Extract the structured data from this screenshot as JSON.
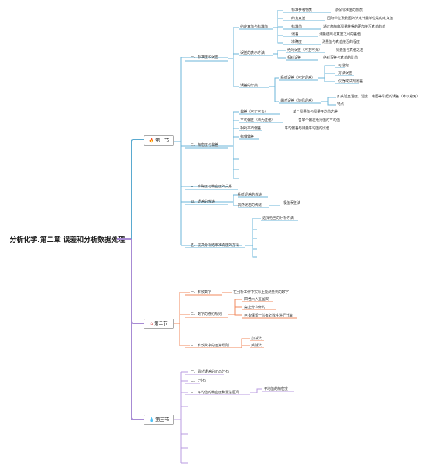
{
  "root": {
    "title": "分析化学.第二章 误差和分析数据处理"
  },
  "colors": {
    "sec1": "#5aaad0",
    "sec2": "#f08a5d",
    "sec3": "#a78bd4",
    "root_line": "#a78bd4"
  },
  "sections": [
    {
      "label": "第一节",
      "icon": "fire-icon",
      "icon_glyph": "🔥",
      "topics": [
        {
          "label": "一、标准度和误差",
          "children": [
            {
              "label": "约定真值与标准值",
              "children": [
                {
                  "label": "标准参考物质",
                  "note": "浓保标准值的物质"
                },
                {
                  "label": "约定真值",
                  "note": "国际单位及我国的法定计量单位是约定真值"
                },
                {
                  "label": "标准值",
                  "note": "通过高精度测量获得的更加接近真值的值"
                },
                {
                  "label": "误差",
                  "note": "测量结果与真值之间的差值"
                },
                {
                  "label": "准确度",
                  "note": "测量值与真值接近的程度"
                }
              ]
            },
            {
              "label": "误差的表示方法",
              "children": [
                {
                  "label": "绝对误差（可正可负）",
                  "note": "测量值与真值之差"
                },
                {
                  "label": "相对误差",
                  "note": "绝对误差与真值的比值"
                }
              ]
            },
            {
              "label": "误差的分类",
              "children": [
                {
                  "label": "系统误差（可定误差）",
                  "children": [
                    {
                      "label": "可避免"
                    },
                    {
                      "label": "方法误差"
                    },
                    {
                      "label": "仪器或试剂误差"
                    }
                  ]
                },
                {
                  "label": "偶然误差（随机误差）",
                  "children": [
                    {
                      "label": "如实验室温度、湿度、电压等引起的误差（难以避免）"
                    },
                    {
                      "label": "特点"
                    }
                  ]
                }
              ]
            }
          ]
        },
        {
          "label": "二、精密度与偏差",
          "children": [
            {
              "label": "偏差（可正可负）",
              "note": "单个测量值与测量平均值之差"
            },
            {
              "label": "平均偏差（均为正值）",
              "note": "各单个偏差绝对值的平均值"
            },
            {
              "label": "相对平均偏差",
              "note": "平均偏差与测量平均值的比值"
            },
            {
              "label": "标准偏差"
            }
          ]
        },
        {
          "label": "三、准确度与精密度的关系"
        },
        {
          "label": "四、误差的传递",
          "children": [
            {
              "label": "系统误差的传递"
            },
            {
              "label": "偶然误差的传递",
              "note": "极值误差法"
            }
          ]
        },
        {
          "label": "五、提高分析结果准确度的方法",
          "children": [
            {
              "label": "选择恰当的分析方法"
            }
          ]
        }
      ]
    },
    {
      "label": "第二节",
      "icon": "home-icon",
      "icon_glyph": "⌂",
      "topics": [
        {
          "label": "一、有效数字",
          "note": "在分析工作中实际上能测量到的数字"
        },
        {
          "label": "二、数字的修约规则",
          "children": [
            {
              "label": "四舍六入五留双"
            },
            {
              "label": "禁止分次修约"
            },
            {
              "label": "可多保留一位有效数字进行计算"
            }
          ]
        },
        {
          "label": "三、有效数字的运算规则",
          "children": [
            {
              "label": "加减法"
            },
            {
              "label": "乘除法"
            }
          ]
        }
      ]
    },
    {
      "label": "第三节",
      "icon": "water-drop-icon",
      "icon_glyph": "💧",
      "topics": [
        {
          "label": "一、偶然误差的正态分布"
        },
        {
          "label": "二、t分布"
        },
        {
          "label": "三、平均值的精密度和置信区间",
          "note": "平均值的精密度"
        }
      ]
    }
  ]
}
